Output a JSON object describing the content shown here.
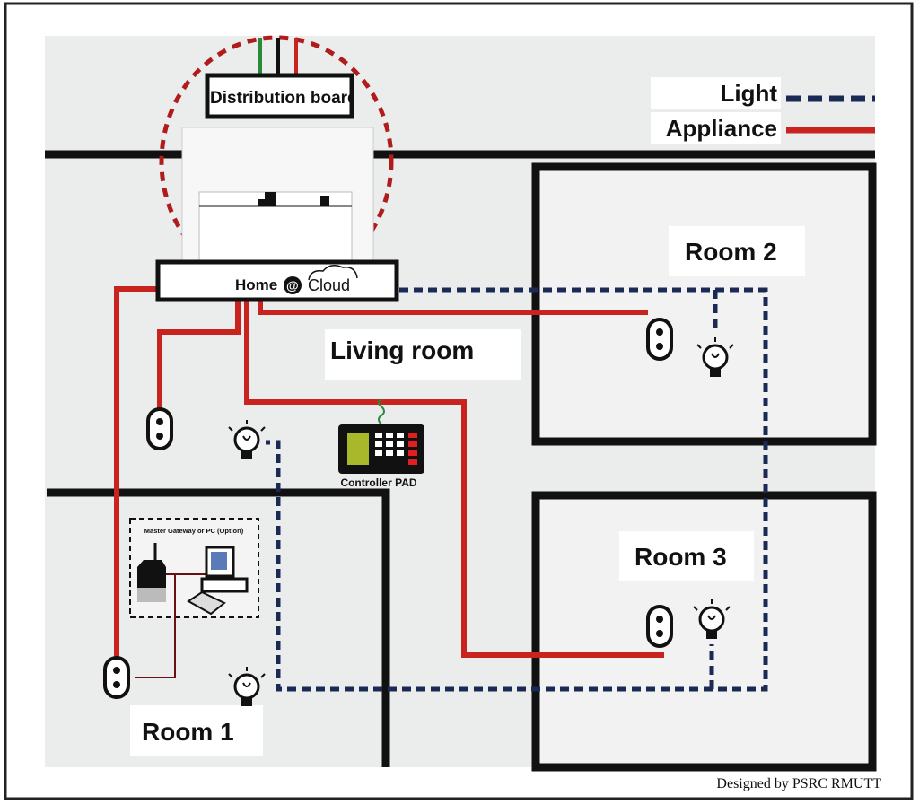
{
  "legend": {
    "light_label": "Light",
    "appliance_label": "Appliance",
    "light_color": "#1a2a55",
    "appliance_color": "#c8231f"
  },
  "distribution_board": {
    "label": "Distribution board"
  },
  "hub": {
    "home": "Home",
    "at": "@",
    "cloud": "Cloud"
  },
  "rooms": {
    "living": "Living room",
    "room1": "Room 1",
    "room2": "Room 2",
    "room3": "Room 3"
  },
  "controller": {
    "label": "Controller PAD"
  },
  "gateway": {
    "label": "Master Gateway or PC (Option)"
  },
  "credit": "Designed by PSRC RMUTT"
}
